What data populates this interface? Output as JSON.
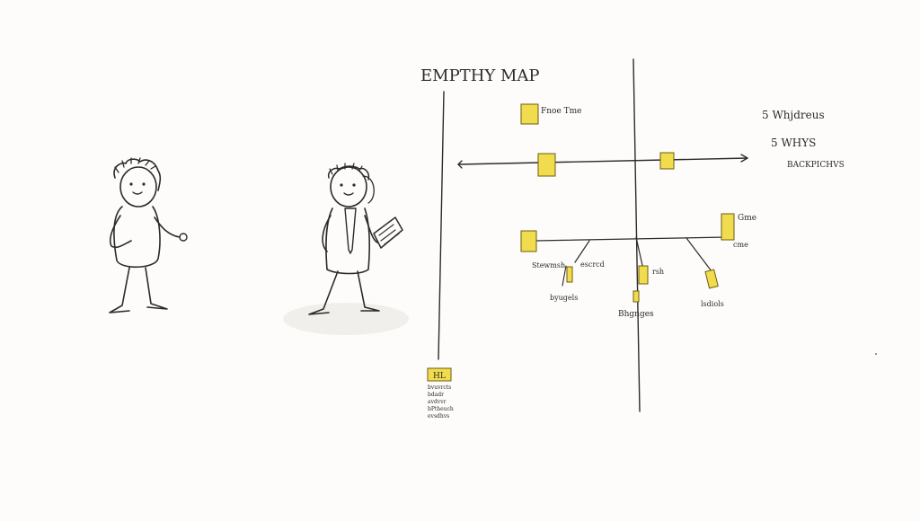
{
  "map": {
    "title": "EMPTHY MAP",
    "top_note_label": "Fnoe Tme",
    "right_note_label": "Gme",
    "right_sub_label": "cme",
    "branch_labels": {
      "left": "Stewmsh",
      "mid": "escrcd",
      "center": "rsh",
      "lower_left": "byugels",
      "lower_mid": "Bhgnges",
      "lower_right": "lsdiols"
    }
  },
  "side_notes": {
    "line1": "5 Whjdreus",
    "line2": "5 WHYS",
    "line3": "BACKPICHVS"
  },
  "legend_card": {
    "tag": "HL",
    "lines": [
      "bvuvrcts",
      "bdadr",
      "avdvvr",
      "bPtheuch",
      "evsdhvs"
    ]
  },
  "colors": {
    "ink": "#2b2b2b",
    "sticky_note": "#f0dc4c",
    "paper": "#fdfcfa"
  }
}
